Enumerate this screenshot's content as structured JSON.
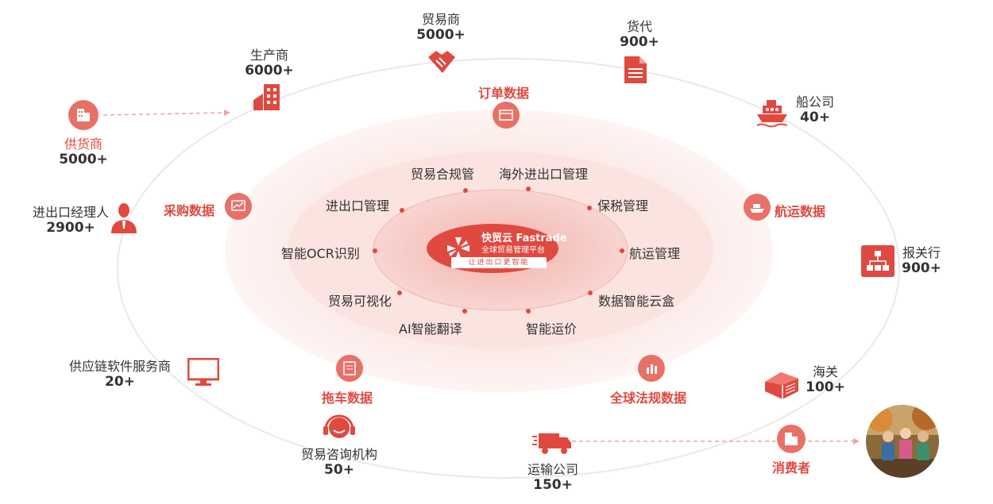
{
  "center": {
    "brand": "快贸云 Fastrade",
    "subtitle": "全球贸易管理平台",
    "slogan": "让进出口更智能"
  },
  "inner_features": [
    "贸易合规管",
    "海外进出口管理",
    "进出口管理",
    "保税管理",
    "智能OCR识别",
    "航运管理",
    "贸易可视化",
    "数据智能云盒",
    "AI智能翻译",
    "智能运价"
  ],
  "data_sources": [
    "订单数据",
    "采购数据",
    "航运数据",
    "拖车数据",
    "全球法规数据"
  ],
  "participants": [
    {
      "name": "贸易商",
      "count": "5000+"
    },
    {
      "name": "货代",
      "count": "900+"
    },
    {
      "name": "生产商",
      "count": "6000+"
    },
    {
      "name": "船公司",
      "count": "40+"
    },
    {
      "name": "供货商",
      "count": "5000+"
    },
    {
      "name": "进出口经理人",
      "count": "2900+"
    },
    {
      "name": "报关行",
      "count": "900+"
    },
    {
      "name": "供应链软件服务商",
      "count": "20+"
    },
    {
      "name": "海关",
      "count": "100+"
    },
    {
      "name": "贸易咨询机构",
      "count": "50+"
    },
    {
      "name": "运输公司",
      "count": "150+"
    },
    {
      "name": "消费者",
      "count": ""
    }
  ],
  "colors": {
    "accent": "#e0493f",
    "text": "#333333",
    "ring": "#e6e6e6"
  },
  "icons": [
    "handshake-icon",
    "document-icon",
    "factory-icon",
    "ship-icon",
    "building-icon",
    "manager-icon",
    "org-chart-icon",
    "monitor-icon",
    "warehouse-icon",
    "headset-icon",
    "truck-icon",
    "photo-icon"
  ]
}
